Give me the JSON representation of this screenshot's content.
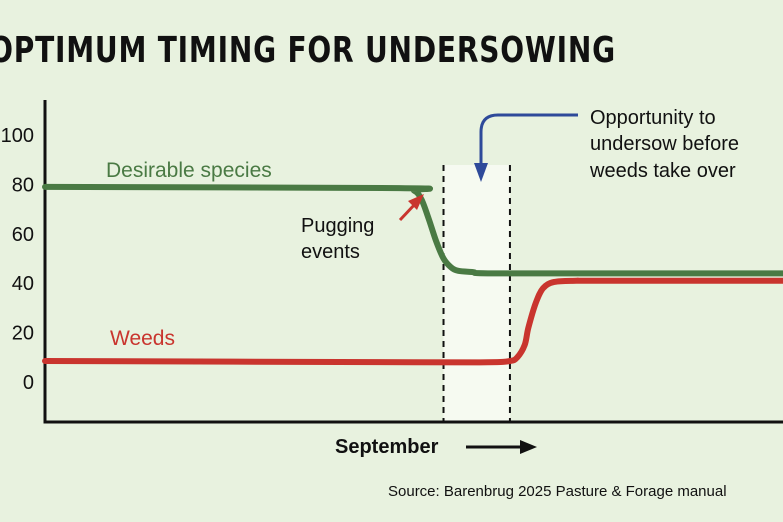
{
  "chart_data": {
    "type": "line",
    "title": "OPTIMUM TIMING FOR UNDERSOWING",
    "xlabel": "September",
    "ylabel": "",
    "ylim": [
      -15,
      115
    ],
    "yticks": [
      0,
      20,
      40,
      60,
      80,
      100
    ],
    "grid": false,
    "x_range": [
      0,
      100
    ],
    "series": [
      {
        "name": "Desirable species",
        "color": "#4a7a44",
        "x": [
          0,
          48,
          50,
          51,
          52,
          53,
          54,
          55,
          56,
          58,
          60,
          75,
          100
        ],
        "y": [
          79,
          78.5,
          77.5,
          74,
          66,
          57,
          50,
          46.5,
          45,
          44.5,
          44,
          44,
          44
        ]
      },
      {
        "name": "Weeds",
        "color": "#c9352e",
        "x": [
          0,
          50,
          60,
          63,
          64,
          65,
          65.5,
          66.5,
          67.5,
          69,
          72,
          75,
          100
        ],
        "y": [
          8.5,
          8,
          8,
          8.5,
          10,
          15,
          22,
          32,
          38,
          40.5,
          41,
          41,
          41
        ]
      }
    ],
    "window": {
      "x_start": 54,
      "x_end": 63
    },
    "annotations": [
      {
        "id": "pugging",
        "lines": [
          "Pugging",
          "events"
        ],
        "color": "#c9352e"
      },
      {
        "id": "opportunity",
        "lines": [
          "Opportunity to",
          "undersow before",
          "weeds take over"
        ],
        "color": "#2e4a9a"
      }
    ],
    "source": "Source: Barenbrug 2025 Pasture & Forage manual"
  }
}
